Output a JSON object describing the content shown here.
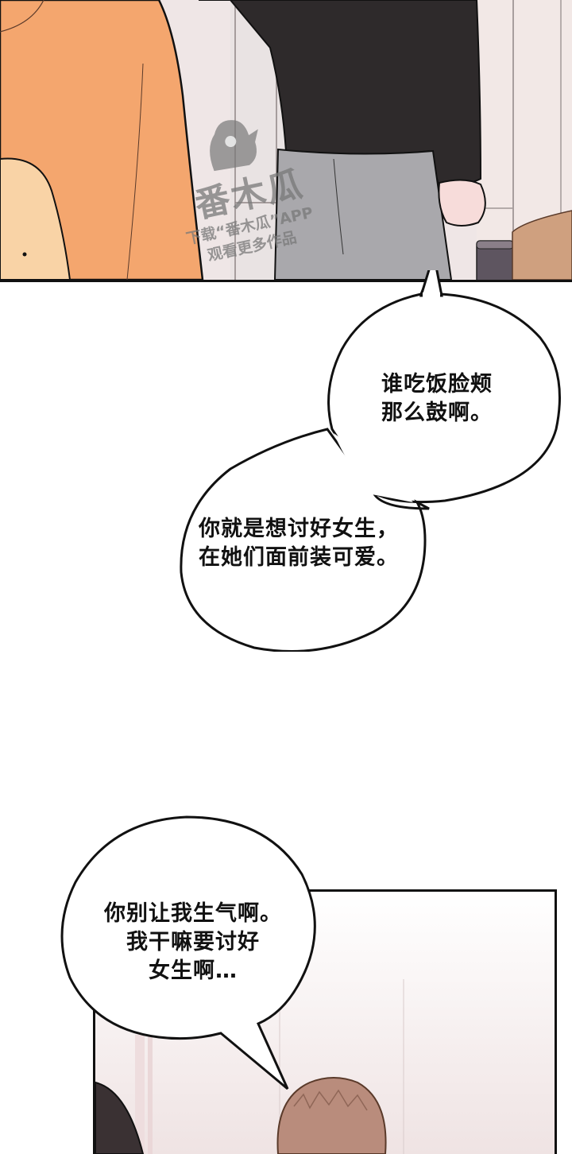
{
  "colors": {
    "page_bg": "#ffffff",
    "ink": "#111111",
    "orange_shirt": "#F4A66E",
    "skin": "#F9D3A6",
    "black_shirt": "#2E2A2B",
    "gray_pants": "#A9A8AC",
    "wall": "#EFE6E6",
    "cup": "#5E5560",
    "chair": "#CFA07F",
    "hair": "#B98C7C"
  },
  "panels": [
    {
      "id": "panel-1",
      "description": "Two characters standing; orange shirt on left, black sweater and gray pants on right, cup and chair in background"
    },
    {
      "id": "panel-2",
      "description": "Room interior with brown-haired character at bottom"
    }
  ],
  "watermark": {
    "logo_text": "番木瓜",
    "line1": "下载“番木瓜”APP",
    "line2": "观看更多作品"
  },
  "bubbles": [
    {
      "id": "bubble-1",
      "lines": [
        "谁吃饭脸颊",
        "那么鼓啊。"
      ]
    },
    {
      "id": "bubble-2",
      "lines": [
        "你就是想讨好女生，",
        "在她们面前装可爱。"
      ]
    },
    {
      "id": "bubble-3",
      "lines": [
        "你别让我生气啊。",
        "我干嘛要讨好",
        "女生啊…"
      ]
    }
  ]
}
